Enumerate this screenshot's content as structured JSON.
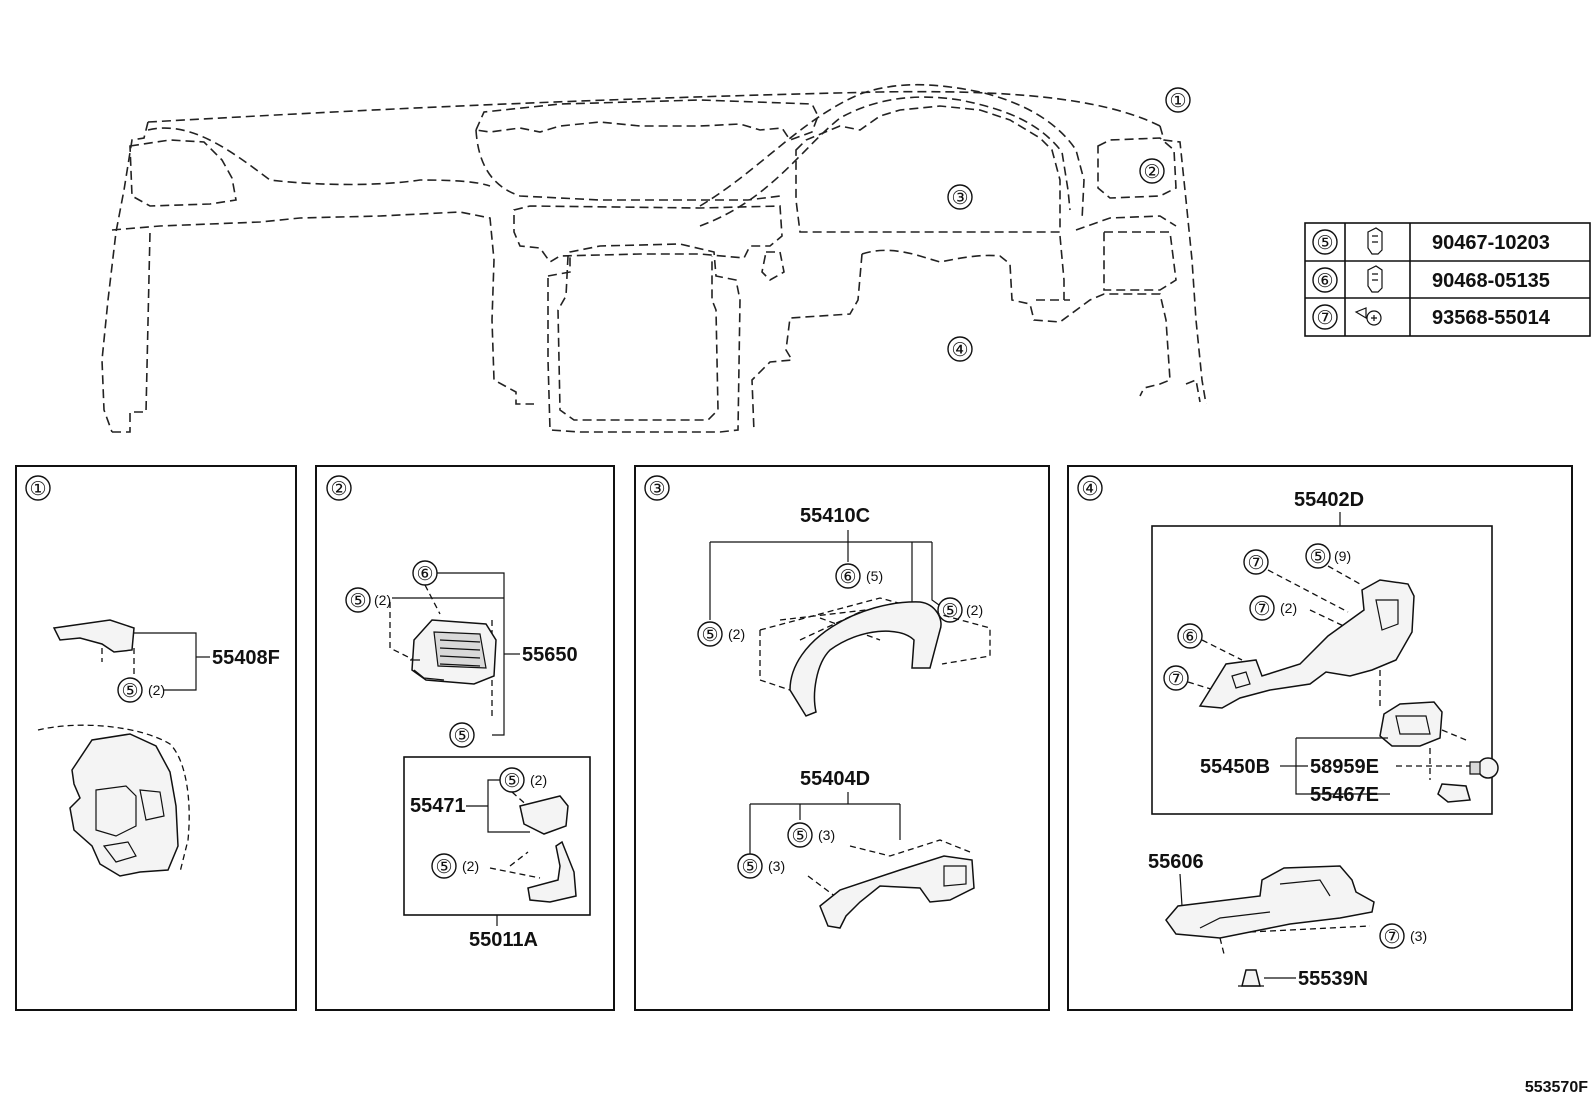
{
  "overview": {
    "callouts": [
      "①",
      "②",
      "③",
      "④"
    ]
  },
  "fastener_table": {
    "rows": [
      {
        "ref": "⑤",
        "icon": "clip-icon",
        "part_no": "90467-10203"
      },
      {
        "ref": "⑥",
        "icon": "clip-icon",
        "part_no": "90468-05135"
      },
      {
        "ref": "⑦",
        "icon": "screw-icon",
        "part_no": "93568-55014"
      }
    ]
  },
  "panel1": {
    "num": "①",
    "part_55408F": "55408F",
    "ref_a": "⑤",
    "qty_a": "(2)"
  },
  "panel2": {
    "num": "②",
    "ref_6": "⑥",
    "ref_5a": "⑤",
    "qty_5a": "(2)",
    "part_55650": "55650",
    "ref_5b": "⑤",
    "part_55471": "55471",
    "ref_5c": "⑤",
    "qty_5c": "(2)",
    "ref_5d": "⑤",
    "qty_5d": "(2)",
    "part_55011A": "55011A"
  },
  "panel3": {
    "num": "③",
    "part_55410C": "55410C",
    "ref_6": "⑥",
    "qty_6": "(5)",
    "ref_5r": "⑤",
    "qty_5r": "(2)",
    "ref_5l": "⑤",
    "qty_5l": "(2)",
    "part_55404D": "55404D",
    "ref_5m": "⑤",
    "qty_5m": "(3)",
    "ref_5n": "⑤",
    "qty_5n": "(3)"
  },
  "panel4": {
    "num": "④",
    "part_55402D": "55402D",
    "ref_7a": "⑦",
    "ref_5a": "⑤",
    "qty_5a": "(9)",
    "ref_7b": "⑦",
    "qty_7b": "(2)",
    "ref_6": "⑥",
    "ref_7c": "⑦",
    "part_55450B": "55450B",
    "part_58959E": "58959E",
    "part_55467E": "55467E",
    "part_55606": "55606",
    "ref_7d": "⑦",
    "qty_7d": "(3)",
    "part_55539N": "55539N"
  },
  "figure_id": "553570F"
}
